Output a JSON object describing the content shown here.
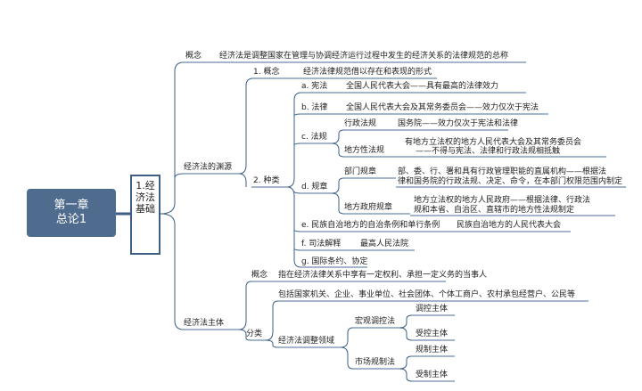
{
  "root": {
    "line1": "第一章",
    "line2": "总论1"
  },
  "main_topic": {
    "text": "1.经济法基础"
  },
  "concept": {
    "label": "概念",
    "text": "经济法是调整国家在管理与协调经济运行过程中发生的经济关系的法律规范的总称"
  },
  "sources": {
    "label": "经济法的渊源",
    "concept": {
      "label": "1. 概念",
      "text": "经济法律规范借以存在和表现的形式"
    },
    "types": {
      "label": "2. 种类",
      "a": {
        "label": "a. 宪法",
        "text": "全国人民代表大会——具有最高的法律效力"
      },
      "b": {
        "label": "b. 法律",
        "text": "全国人民代表大会及其常务委员会——效力仅次于宪法"
      },
      "c": {
        "label": "c. 法规",
        "admin": {
          "label": "行政法规",
          "text": "国务院——效力仅次于宪法和法律"
        },
        "local": {
          "label": "地方性法规",
          "line1": "有地方立法权的地方人民代表大会及其常务委员会",
          "line2": "——不得与宪法、法律和行政法规相抵触"
        }
      },
      "d": {
        "label": "d. 规章",
        "dept": {
          "label": "部门规章",
          "line1": "部、委、行、署和具有行政管理职能的直属机构——根据法",
          "line2": "律和国务院的行政法规、决定、命令，在本部门权限范围内制定"
        },
        "localgov": {
          "label": "地方政府规章",
          "line1": "地方立法权的地方人民政府——根据法律、行政法",
          "line2": "规和本省、自治区、直辖市的地方性法规制定"
        }
      },
      "e": {
        "label": "e. 民族自治地方的自治条例和单行条例",
        "text": "民族自治地方的人民代表大会"
      },
      "f": {
        "label": "f. 司法解释",
        "text": "最高人民法院"
      },
      "g": {
        "label": "g. 国际条约、协定"
      }
    }
  },
  "subject": {
    "label": "经济法主体",
    "concept": {
      "label": "概念",
      "text": "指在经济法律关系中享有一定权利、承担一定义务的当事人"
    },
    "classes": {
      "label": "分类",
      "list": "包括国家机关、企业、事业单位、社会团体、个体工商户、农村承包经营户、公民等",
      "field": {
        "label": "经济法调整领域",
        "macro": {
          "label": "宏观调控法",
          "a": "调控主体",
          "b": "受控主体"
        },
        "market": {
          "label": "市场规制法",
          "a": "规制主体",
          "b": "受制主体"
        }
      }
    }
  }
}
